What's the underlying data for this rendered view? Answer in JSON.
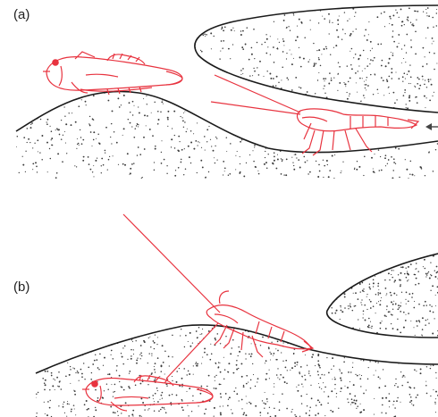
{
  "panels": [
    {
      "label": "(a)"
    },
    {
      "label": "(b)"
    }
  ],
  "colors": {
    "ink": "#1a1a1a",
    "animal": "#e8333f",
    "stipple": "#3a3a3a",
    "arrow": "#444444",
    "background": "#ffffff"
  },
  "icons": [
    "goby-fish",
    "alpheid-shrimp",
    "sand-mound",
    "arrow-left-icon"
  ]
}
